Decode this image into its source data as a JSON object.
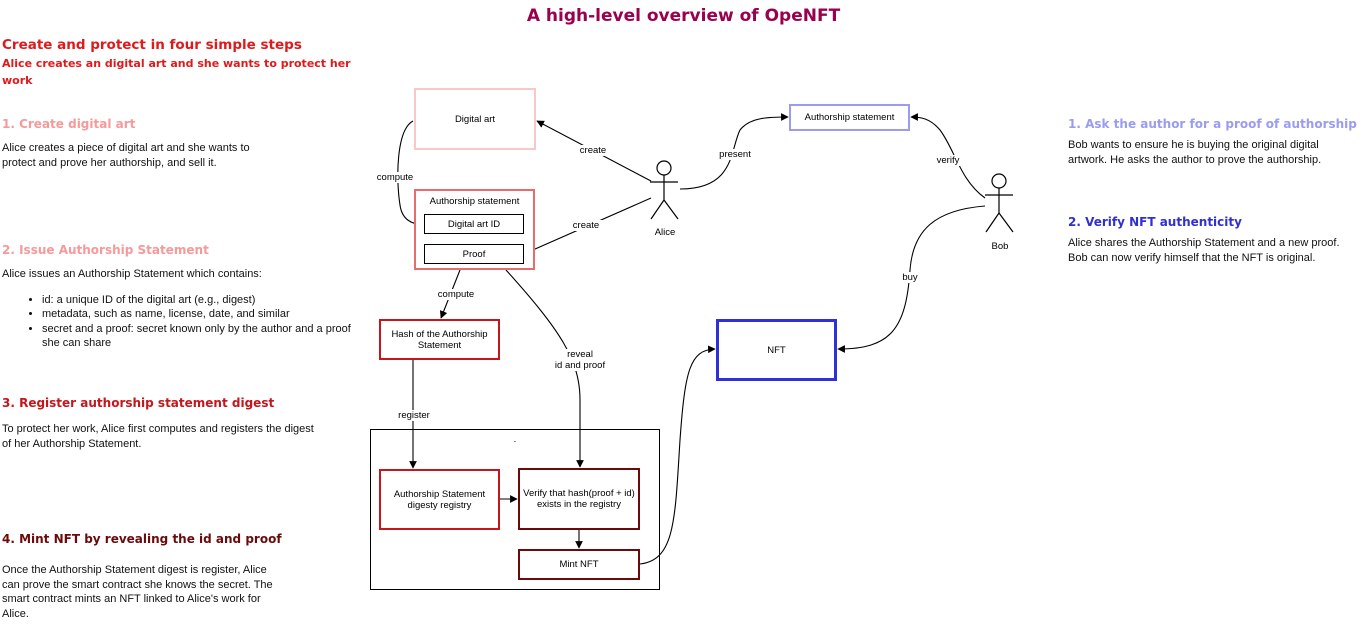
{
  "title": "A high-level overview of OpeNFT",
  "left": {
    "heading": "Create and protect in four simple steps",
    "subheading": "Alice creates an digital art and she wants to protect her work",
    "steps": [
      {
        "title": "1. Create digital art",
        "color": "#f59a9a",
        "body": "Alice creates a piece of digital art and she wants to protect and prove her authorship, and sell it."
      },
      {
        "title": "2. Issue Authorship Statement",
        "color": "#f59a9a",
        "body": "Alice issues an Authorship Statement which contains:",
        "bullets": [
          "id: a unique ID of the digital art (e.g., digest)",
          "metadata, such as name, license, date, and similar",
          "secret and a proof: secret known only by the author and a proof she can share"
        ]
      },
      {
        "title": "3. Register authorship statement digest",
        "color": "#c4161c",
        "body": "To protect her work, Alice first computes and registers the digest of her Authorship Statement."
      },
      {
        "title": "4. Mint NFT by revealing the id and proof",
        "color": "#6b0a0a",
        "body": "Once the Authorship Statement digest is register, Alice can prove the smart contract she knows the secret. The smart contract mints an NFT linked to Alice's work for Alice."
      }
    ]
  },
  "right": {
    "steps": [
      {
        "title": "1. Ask the author for a proof of authorship",
        "color": "#9b9bf2",
        "body": "Bob wants to ensure he is buying the original digital artwork. He asks the author to prove the authorship."
      },
      {
        "title": "2. Verify NFT authenticity",
        "color": "#3030d0",
        "body": "Alice shares the Authorship Statement and a new proof. Bob can now verify himself that the NFT is original."
      }
    ]
  },
  "diagram": {
    "nodes": {
      "digital_art": "Digital art",
      "authorship_statement": "Authorship statement",
      "digital_art_id": "Digital art ID",
      "proof": "Proof",
      "hash": "Hash of the Authorship Statement",
      "registry": "Authorship Statement digesty registry",
      "verify": "Verify that hash(proof + id) exists in the registry",
      "mint": "Mint NFT",
      "nft": "NFT",
      "authorship_statement_bob": "Authorship statement",
      "container_dot": "."
    },
    "actors": {
      "alice": "Alice",
      "bob": "Bob"
    },
    "edges": {
      "create1": "create",
      "create2": "create",
      "compute1": "compute",
      "compute2": "compute",
      "register": "register",
      "reveal": "reveal\nid and proof",
      "present": "present",
      "verify": "verify",
      "buy": "buy"
    },
    "colors": {
      "digital_art": "#f8c8c8",
      "authorship": "#ea6b6b",
      "dark_red": "#c4161c",
      "maroon": "#6b0a0a",
      "lavender": "#9b9bf2",
      "blue": "#3030d8"
    }
  }
}
